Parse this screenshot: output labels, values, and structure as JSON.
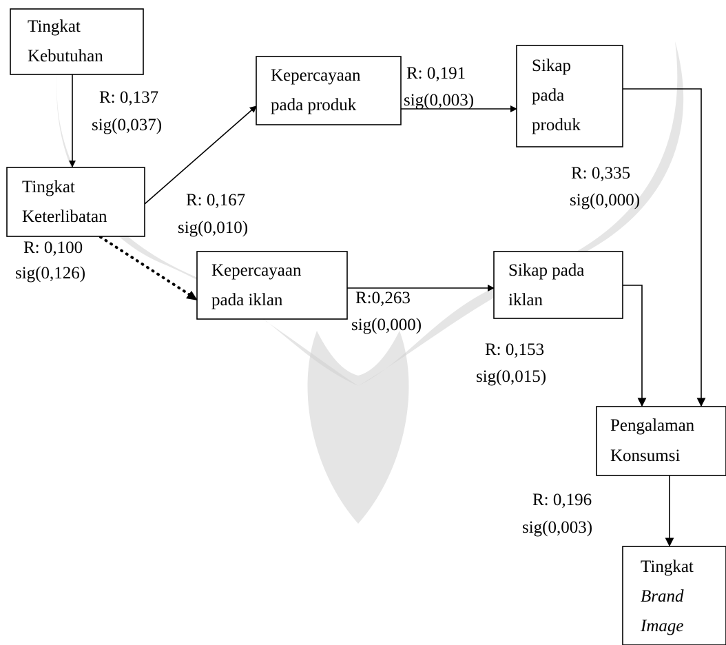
{
  "nodes": {
    "tingkat_kebutuhan": {
      "line1": "Tingkat",
      "line2": "Kebutuhan"
    },
    "tingkat_keterlibatan": {
      "line1": "Tingkat",
      "line2": "Keterlibatan"
    },
    "kepercayaan_produk": {
      "line1": "Kepercayaan",
      "line2": "pada produk"
    },
    "sikap_produk": {
      "line1": "Sikap",
      "line2": "pada",
      "line3": "produk"
    },
    "kepercayaan_iklan": {
      "line1": "Kepercayaan",
      "line2": "pada iklan"
    },
    "sikap_iklan": {
      "line1": "Sikap pada",
      "line2": "iklan"
    },
    "pengalaman_konsumsi": {
      "line1": "Pengalaman",
      "line2": "Konsumsi"
    },
    "tingkat_brand_image": {
      "line1": "Tingkat",
      "line2": "Brand",
      "line3": "Image"
    }
  },
  "edges": {
    "kebutuhan_keterlibatan": {
      "r": "R: 0,137",
      "sig": "sig(0,037)"
    },
    "keterlibatan_kepercayaan_produk": {
      "r": "R: 0,167",
      "sig": "sig(0,010)"
    },
    "keterlibatan_kepercayaan_iklan": {
      "r": "R: 0,100",
      "sig": "sig(0,126)",
      "style": "dotted"
    },
    "kepercayaan_sikap_produk": {
      "r": "R: 0,191",
      "sig": "sig(0,003)"
    },
    "kepercayaan_sikap_iklan": {
      "r": "R:0,263",
      "sig": "sig(0,000)"
    },
    "sikap_produk_pengalaman": {
      "r": "R: 0,335",
      "sig": "sig(0,000)"
    },
    "sikap_iklan_pengalaman": {
      "r": "R: 0,153",
      "sig": "sig(0,015)"
    },
    "pengalaman_brand_image": {
      "r": "R: 0,196",
      "sig": "sig(0,003)"
    }
  },
  "colors": {
    "stroke": "#000000",
    "watermark": "#cfcfcf"
  }
}
